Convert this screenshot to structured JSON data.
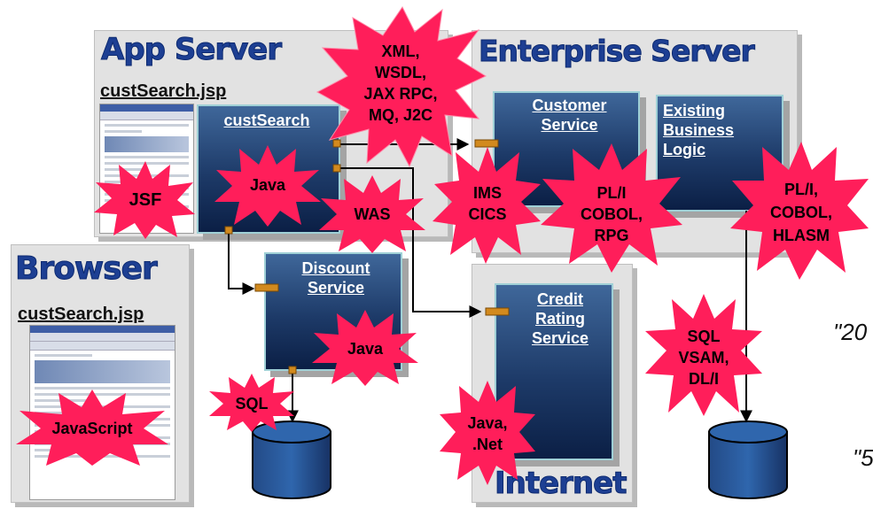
{
  "panels": {
    "app_server": "App Server",
    "enterprise_server": "Enterprise Server",
    "browser": "Browser",
    "internet": "Internet"
  },
  "pages": {
    "app_jsp": "custSearch.jsp",
    "browser_jsp": "custSearch.jsp"
  },
  "components": {
    "cust_search": [
      "custSearch"
    ],
    "discount_service": [
      "Discount",
      "Service"
    ],
    "customer_service": [
      "Customer",
      "Service"
    ],
    "existing_business_logic": [
      "Existing",
      "Business",
      "Logic"
    ],
    "credit_rating_service": [
      "Credit",
      "Rating",
      "Service"
    ]
  },
  "bursts": {
    "xml": [
      "XML,",
      "WSDL,",
      "JAX RPC,",
      "MQ, J2C"
    ],
    "jsf": [
      "JSF"
    ],
    "java_app": [
      "Java"
    ],
    "was": [
      "WAS"
    ],
    "ims": [
      "IMS",
      "CICS"
    ],
    "pli_cobol_rpg": [
      "PL/I",
      "COBOL,",
      "RPG"
    ],
    "pli_cobol_hlasm": [
      "PL/I,",
      "COBOL,",
      "HLASM"
    ],
    "java_discount": [
      "Java"
    ],
    "sql_app": [
      "SQL"
    ],
    "javascript": [
      "JavaScript"
    ],
    "java_net": [
      "Java,",
      ".Net"
    ],
    "sql_vsam": [
      "SQL",
      "VSAM,",
      "DL/I"
    ]
  },
  "quotes": {
    "q1": "\"20",
    "q2": "\"5"
  },
  "colors": {
    "burst": "#ff1e5a",
    "component_top": "#3f679a",
    "component_bottom": "#0b1f45",
    "component_border": "#9fd0d6",
    "panel_title": "#1d3f93",
    "connector": "#d28a1e"
  }
}
